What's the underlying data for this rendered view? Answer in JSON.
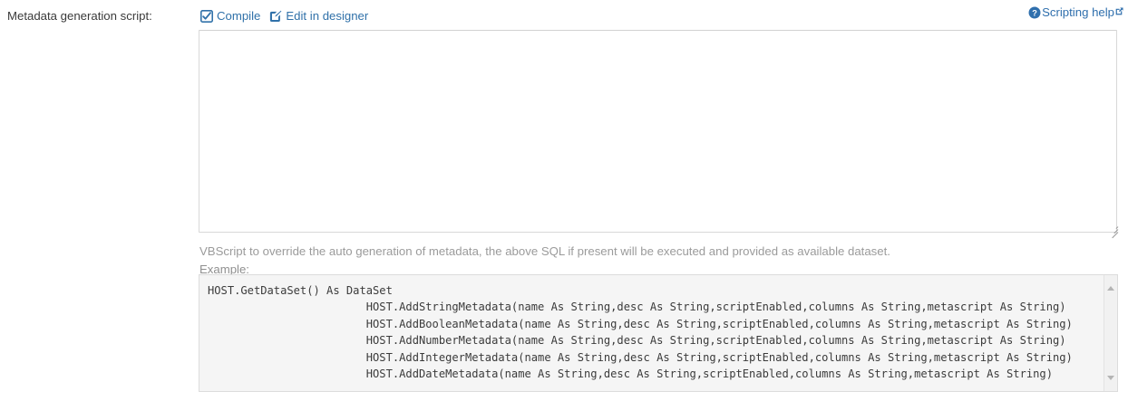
{
  "field": {
    "label": "Metadata generation script:"
  },
  "actions": [
    {
      "id": "compile",
      "label": "Compile",
      "icon": "check-square-icon",
      "color": "#3071a9"
    },
    {
      "id": "edit-in-designer",
      "label": "Edit in designer",
      "icon": "pencil-square-icon",
      "color": "#3071a9"
    }
  ],
  "help": {
    "label": "Scripting help",
    "icon": "question-circle-icon",
    "external_icon": "external-link-icon",
    "color": "#2f6fad"
  },
  "script_editor": {
    "value": "",
    "placeholder": ""
  },
  "hints": {
    "description": "VBScript to override the auto generation of metadata, the above SQL if present will be executed and provided as available dataset.",
    "example_label": "Example:"
  },
  "example_code": "HOST.GetDataSet() As DataSet\n                        HOST.AddStringMetadata(name As String,desc As String,scriptEnabled,columns As String,metascript As String)\n                        HOST.AddBooleanMetadata(name As String,desc As String,scriptEnabled,columns As String,metascript As String)\n                        HOST.AddNumberMetadata(name As String,desc As String,scriptEnabled,columns As String,metascript As String)\n                        HOST.AddIntegerMetadata(name As String,desc As String,scriptEnabled,columns As String,metascript As String)\n                        HOST.AddDateMetadata(name As String,desc As String,scriptEnabled,columns As String,metascript As String)",
  "scrollbar": {
    "up_icon": "triangle-up-icon",
    "down_icon": "triangle-down-icon"
  },
  "colors": {
    "link": "#3071a9",
    "muted_text": "#9b9b9b",
    "code_bg": "#f5f5f5",
    "border": "#dcdcdc"
  }
}
